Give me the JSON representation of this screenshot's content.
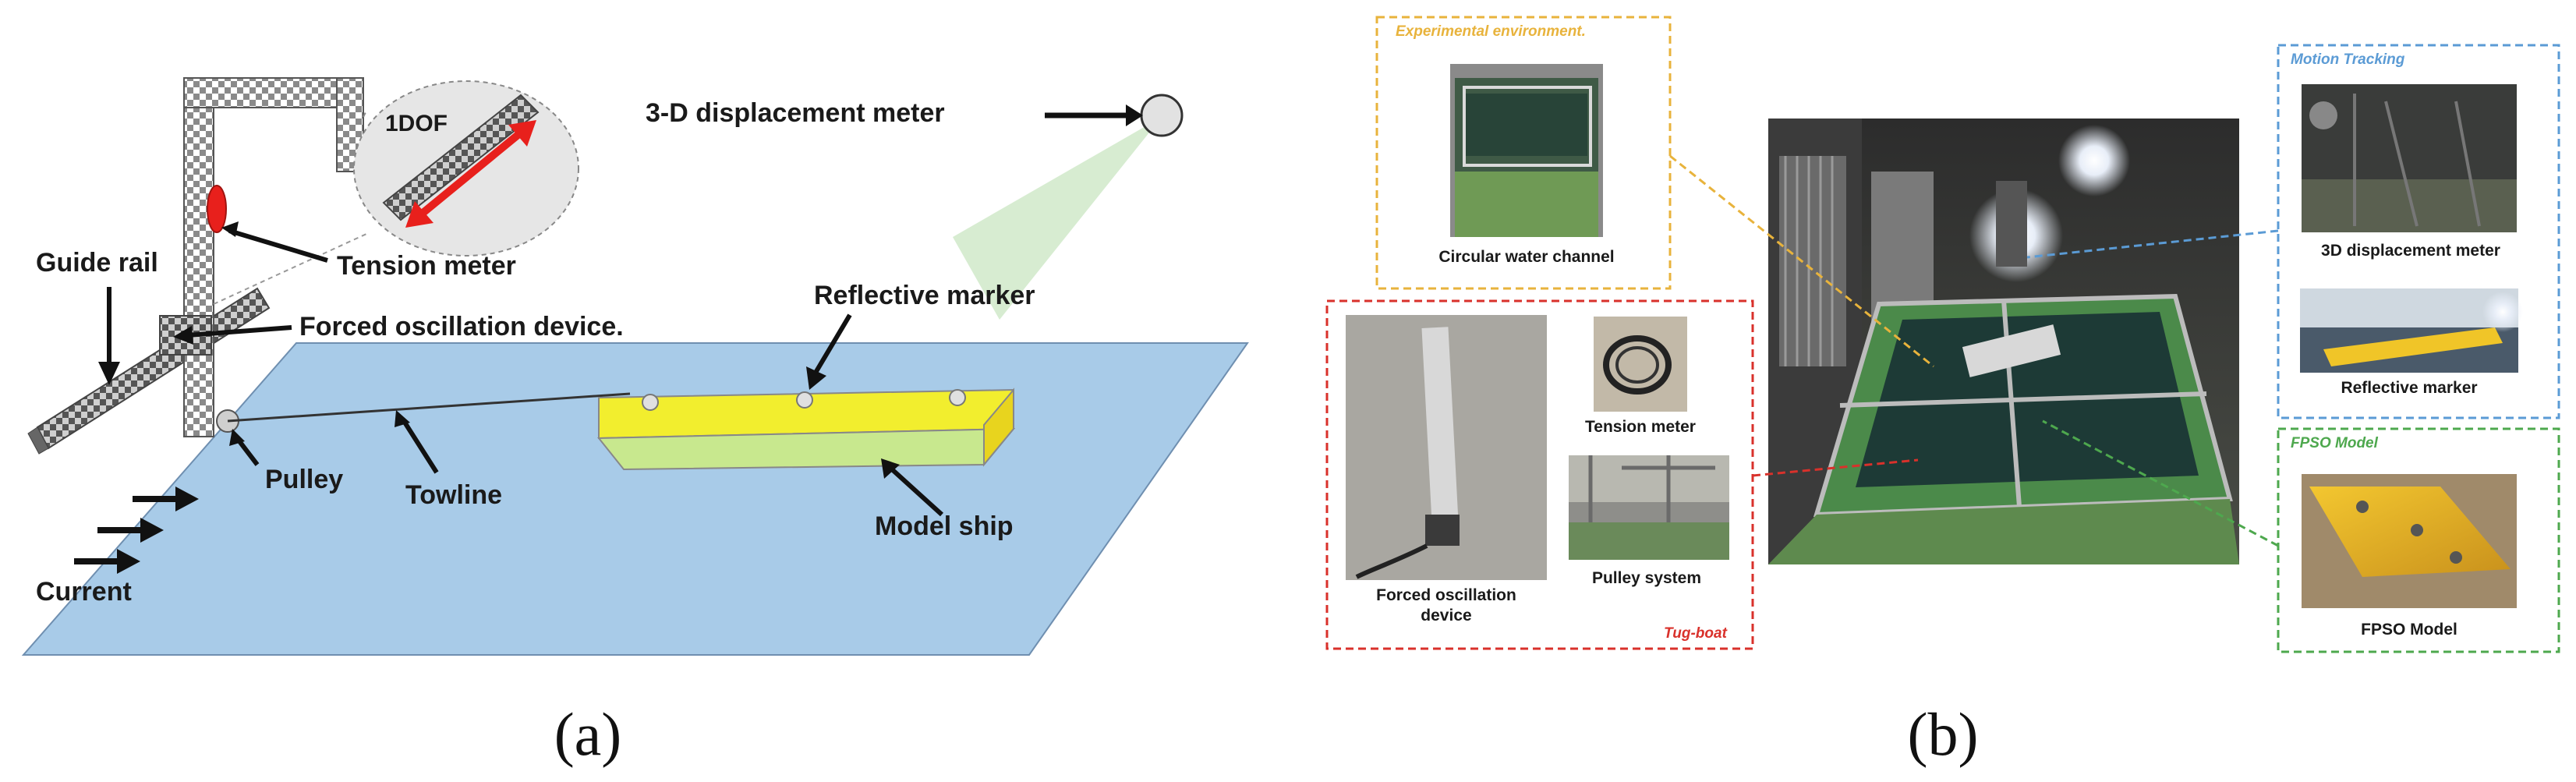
{
  "panel_a": {
    "labels": {
      "dof": "1DOF",
      "displacement_meter": "3-D displacement meter",
      "tension_meter": "Tension meter",
      "guide_rail": "Guide rail",
      "forced_oscillation": "Forced oscillation device.",
      "reflective_marker": "Reflective marker",
      "pulley": "Pulley",
      "towline": "Towline",
      "model_ship": "Model ship",
      "current": "Current"
    },
    "caption": "(a)"
  },
  "panel_b": {
    "groups": {
      "experimental_title": "Experimental environment.",
      "motion_title": "Motion Tracking",
      "fpso_title": "FPSO Model",
      "tugboat_title": "Tug-boat"
    },
    "photo_labels": {
      "circular_channel": "Circular water channel",
      "displacement_meter": "3D displacement meter",
      "reflective_marker": "Reflective marker",
      "fpso_model": "FPSO Model",
      "tension_meter": "Tension meter",
      "pulley_system": "Pulley system",
      "forced_osc_line1": "Forced oscillation",
      "forced_osc_line2": "device"
    },
    "caption": "(b)"
  },
  "colors": {
    "water": "#a8cbe8",
    "ship": "#f2ee2e",
    "marker_red": "#e8201c",
    "box_orange": "#e8b33c",
    "box_blue": "#5b9bd5",
    "box_green": "#4ea84e",
    "box_red": "#d9312b"
  }
}
